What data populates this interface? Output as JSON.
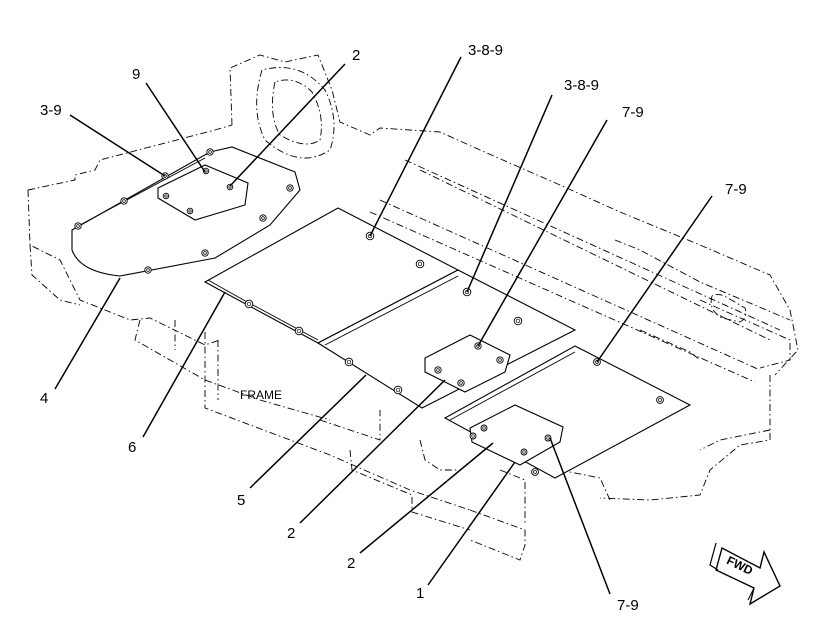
{
  "frame_label": "FRAME",
  "fwd_label": "FWD",
  "callouts": [
    {
      "text": "9"
    },
    {
      "text": "2"
    },
    {
      "text": "3-9"
    },
    {
      "text": "3-8-9"
    },
    {
      "text": "3-8-9"
    },
    {
      "text": "7-9"
    },
    {
      "text": "7-9"
    },
    {
      "text": "4"
    },
    {
      "text": "6"
    },
    {
      "text": "5"
    },
    {
      "text": "2"
    },
    {
      "text": "2"
    },
    {
      "text": "1"
    },
    {
      "text": "7-9"
    }
  ]
}
